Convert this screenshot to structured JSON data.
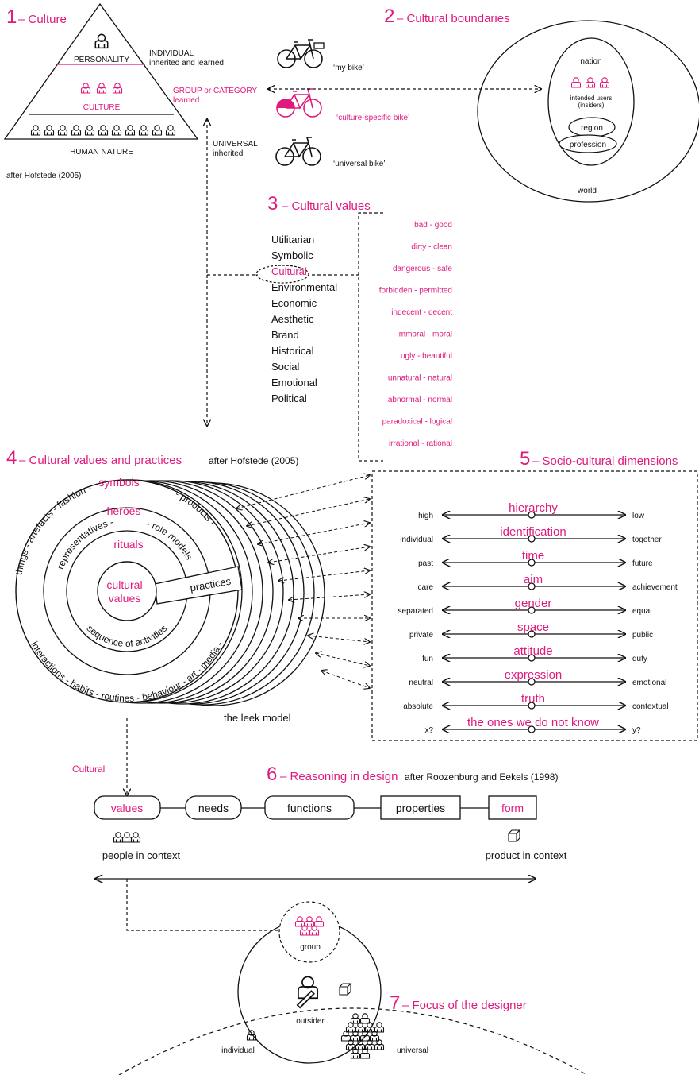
{
  "colors": {
    "accent": "#e0197d",
    "ink": "#111111"
  },
  "s1": {
    "num": "1",
    "heading": "– Culture",
    "levels": [
      "PERSONALITY",
      "CULTURE",
      "HUMAN NATURE"
    ],
    "individual": [
      "INDIVIDUAL",
      "inherited and learned"
    ],
    "group": [
      "GROUP or CATEGORY",
      "learned"
    ],
    "universal": [
      "UNIVERSAL",
      "inherited"
    ],
    "credit": "after Hofstede (2005)"
  },
  "s2": {
    "num": "2",
    "heading": "– Cultural boundaries",
    "bikes": [
      "‘my bike’",
      "‘culture-specific bike’",
      "‘universal bike’"
    ],
    "nation": "nation",
    "users": [
      "intended users",
      "(insiders)"
    ],
    "region": "region",
    "profession": "profession",
    "world": "world"
  },
  "s3": {
    "num": "3",
    "heading": "– Cultural values",
    "values": [
      "Utilitarian",
      "Symbolic",
      "Cultural",
      "Environmental",
      "Economic",
      "Aesthetic",
      "Brand",
      "Historical",
      "Social",
      "Emotional",
      "Political"
    ],
    "pairs": [
      "bad - good",
      "dirty - clean",
      "dangerous - safe",
      "forbidden - permitted",
      "indecent - decent",
      "immoral - moral",
      "ugly - beautiful",
      "unnatural - natural",
      "abnormal - normal",
      "paradoxical - logical",
      "irrational - rational"
    ]
  },
  "s4": {
    "num": "4",
    "heading": "– Cultural  values and practices",
    "credit": "after Hofstede (2005)",
    "core": [
      "cultural",
      "values"
    ],
    "rituals": "rituals",
    "heroes": "heroes",
    "symbols": "symbols",
    "practices": "practices",
    "arc_sequence": "sequence of activities",
    "arc_representatives": "representatives -",
    "arc_role_models": "- role models",
    "arc_fashion": "things - artefacts - fashion -",
    "arc_products": "- products -",
    "arc_interactions": "interactions - habits - routines - behaviour - art - media -",
    "leek": "the leek model"
  },
  "s5": {
    "num": "5",
    "heading": "– Socio-cultural dimensions",
    "dimensions": [
      {
        "name": "hierarchy",
        "left": "high",
        "right": "low"
      },
      {
        "name": "identification",
        "left": "individual",
        "right": "together"
      },
      {
        "name": "time",
        "left": "past",
        "right": "future"
      },
      {
        "name": "aim",
        "left": "care",
        "right": "achievement"
      },
      {
        "name": "gender",
        "left": "separated",
        "right": "equal"
      },
      {
        "name": "space",
        "left": "private",
        "right": "public"
      },
      {
        "name": "attitude",
        "left": "fun",
        "right": "duty"
      },
      {
        "name": "expression",
        "left": "neutral",
        "right": "emotional"
      },
      {
        "name": "truth",
        "left": "absolute",
        "right": "contextual"
      },
      {
        "name": "the ones we do not know",
        "left": "x?",
        "right": "y?"
      }
    ]
  },
  "s6": {
    "num": "6",
    "heading": "– Reasoning in design",
    "credit": "after Roozenburg and Eekels (1998)",
    "cultural": "Cultural",
    "chain": [
      "values",
      "needs",
      "functions",
      "properties",
      "form"
    ],
    "people": "people in context",
    "product": "product in context"
  },
  "s7": {
    "num": "7",
    "heading": "– Focus of the designer",
    "group": "group",
    "outsider": "outsider",
    "individual": "individual",
    "universal": "universal"
  }
}
